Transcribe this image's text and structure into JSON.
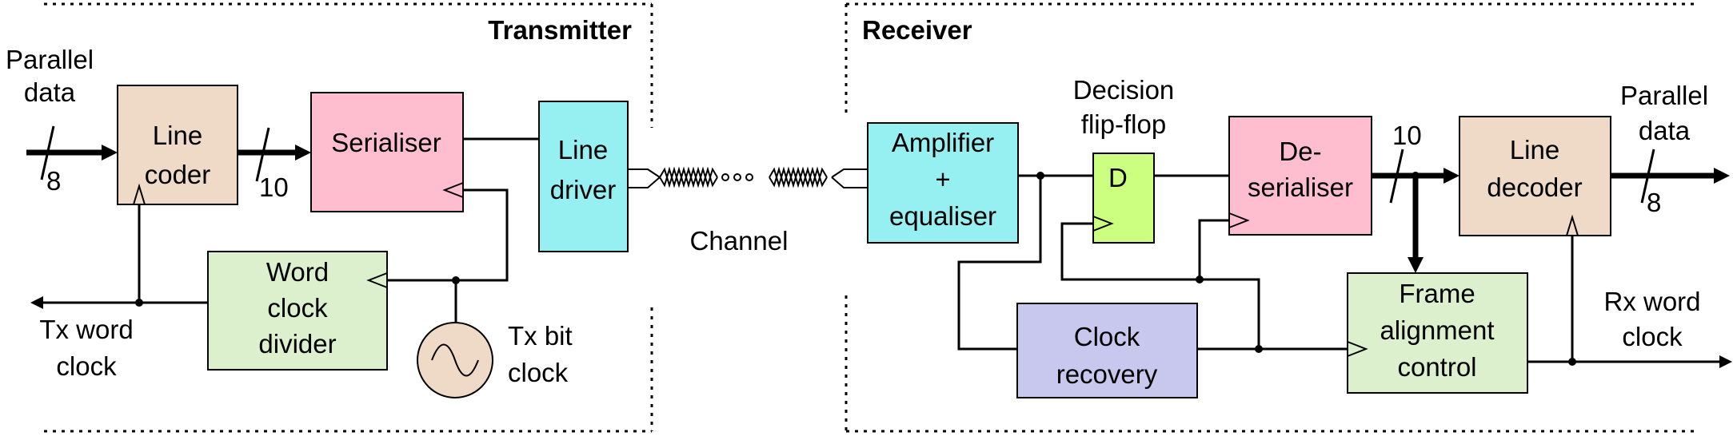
{
  "transmitter": {
    "title": "Transmitter",
    "input_label": [
      "Parallel",
      "data"
    ],
    "bus_in_width": "8",
    "line_coder": [
      "Line",
      "coder"
    ],
    "bus_10": "10",
    "serialiser": "Serialiser",
    "line_driver": [
      "Line",
      "driver"
    ],
    "word_clock_divider": [
      "Word",
      "clock",
      "divider"
    ],
    "tx_word_clock": [
      "Tx word",
      "clock"
    ],
    "tx_bit_clock": [
      "Tx bit",
      "clock"
    ]
  },
  "channel": {
    "label": "Channel"
  },
  "receiver": {
    "title": "Receiver",
    "amplifier": [
      "Amplifier",
      "+",
      "equaliser"
    ],
    "decision_flipflop": [
      "Decision",
      "flip-flop"
    ],
    "ff_d": "D",
    "deserialiser": [
      "De-",
      "serialiser"
    ],
    "bus_10": "10",
    "line_decoder": [
      "Line",
      "decoder"
    ],
    "output_label": [
      "Parallel",
      "data"
    ],
    "bus_out_width": "8",
    "clock_recovery": [
      "Clock",
      "recovery"
    ],
    "frame_alignment": [
      "Frame",
      "alignment",
      "control"
    ],
    "rx_word_clock": [
      "Rx word",
      "clock"
    ]
  },
  "colors": {
    "line_coder_fill": "#eedac6",
    "serialiser_fill": "#ffbecf",
    "line_driver_fill": "#96eff0",
    "word_clock_fill": "#dcf0cd",
    "osc_fill": "#eedac6",
    "amplifier_fill": "#96eff0",
    "flipflop_fill": "#ccff80",
    "deserialiser_fill": "#ffbecf",
    "line_decoder_fill": "#eedac6",
    "clock_recovery_fill": "#c8c8ee",
    "frame_alignment_fill": "#dcf0cd"
  }
}
